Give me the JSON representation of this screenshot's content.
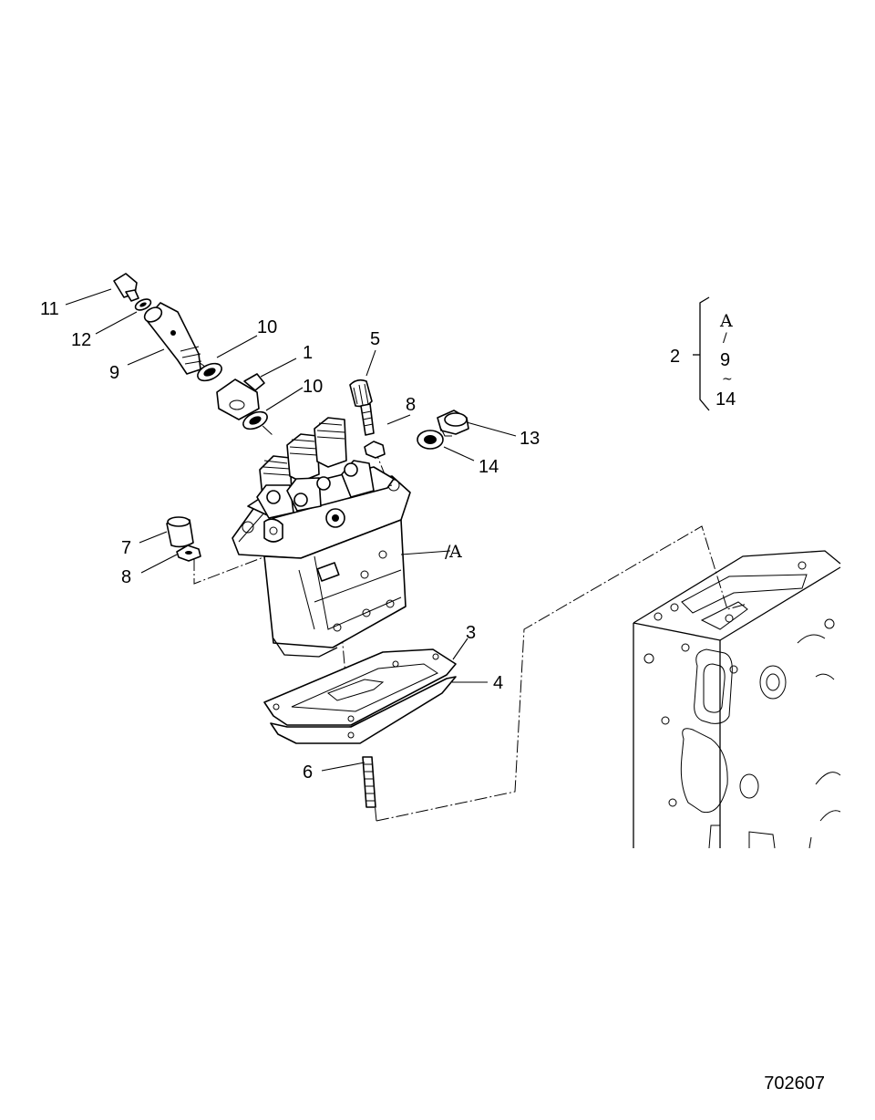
{
  "diagram": {
    "drawing_number": "702607",
    "callouts": [
      {
        "id": "c1",
        "label": "1"
      },
      {
        "id": "c2",
        "label": "2"
      },
      {
        "id": "c3",
        "label": "3"
      },
      {
        "id": "c4",
        "label": "4"
      },
      {
        "id": "c5",
        "label": "5"
      },
      {
        "id": "c6",
        "label": "6"
      },
      {
        "id": "c7",
        "label": "7"
      },
      {
        "id": "c8a",
        "label": "8"
      },
      {
        "id": "c8b",
        "label": "8"
      },
      {
        "id": "c9",
        "label": "9"
      },
      {
        "id": "c10a",
        "label": "10"
      },
      {
        "id": "c10b",
        "label": "10"
      },
      {
        "id": "c11",
        "label": "11"
      },
      {
        "id": "c12",
        "label": "12"
      },
      {
        "id": "c13",
        "label": "13"
      },
      {
        "id": "c14",
        "label": "14"
      }
    ],
    "assembly_ref": "A",
    "kit_legend": {
      "callout": "2",
      "items": [
        "A",
        "9",
        "14"
      ],
      "slash": "/",
      "tilde": "~"
    }
  }
}
